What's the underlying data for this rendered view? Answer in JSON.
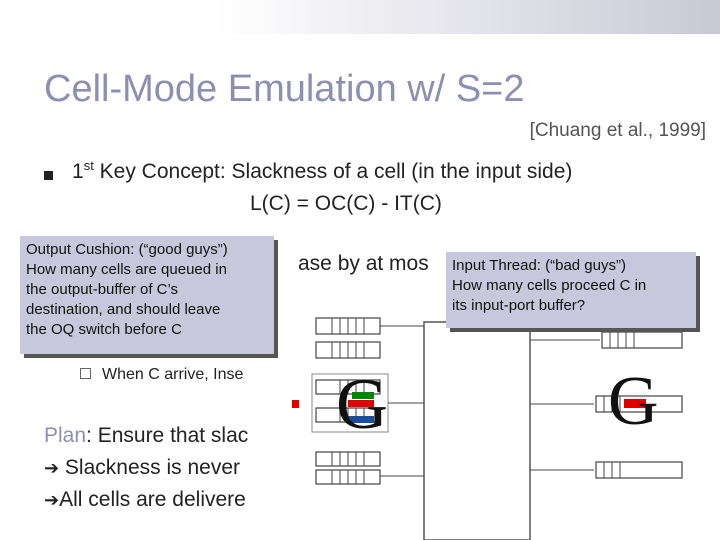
{
  "title": "Cell-Mode Emulation w/ S=2",
  "citation": "[Chuang et al., 1999]",
  "concept": {
    "prefix": "1",
    "sup": "st",
    "text": " Key Concept: Slackness of a cell (in the input side)"
  },
  "formula": "L(C) = OC(C) - IT(C)",
  "partial_text": {
    "line2": "ase by at mos",
    "sub_bullet": "When C arrive, Inse"
  },
  "plan": {
    "keyword": "Plan",
    "rest": ":  Ensure that slac",
    "arrow": "➔",
    "line2": " Slackness is never",
    "line3": "All cells are delivere"
  },
  "callouts": {
    "output_cushion": [
      "Output Cushion: (“good guys”)",
      "How many cells are queued in",
      "the output-buffer of C’s",
      "destination, and should leave",
      "the OQ switch before C"
    ],
    "input_thread": [
      "Input Thread: (“bad guys”)",
      "How many cells proceed C in",
      "its input-port buffer?"
    ]
  },
  "colors": {
    "title": "#8d8fb0",
    "callout_bg": "#c8c8dc",
    "cell_red": "#e00000",
    "cell_green": "#008800",
    "cell_blue": "#1a4fa0"
  }
}
